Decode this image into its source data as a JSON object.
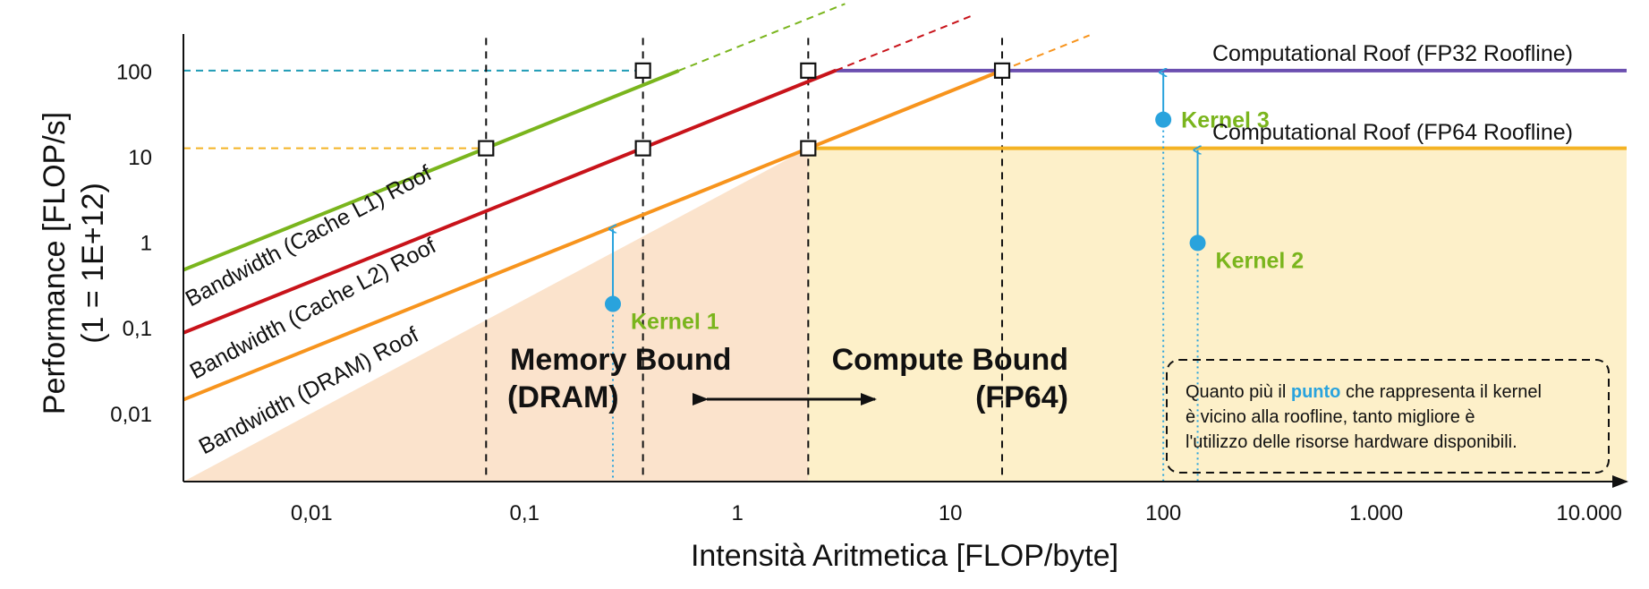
{
  "colors": {
    "fp32": "#6b4fb0",
    "fp64": "#f4b324",
    "l1": "#7ab51d",
    "l2": "#c8131a",
    "dram": "#f7941d",
    "kernel": "#29a3dd",
    "kernel_label": "#7ab51d",
    "dram_region": "#fbe3cc",
    "compute_region": "#fdf0c9",
    "guide_teal": "#1f9bb5",
    "highlight": "#29a3dd"
  },
  "chart_data": {
    "type": "line",
    "xlabel": "Intensità Aritmetica [FLOP/byte]",
    "ylabel": "Performance [FLOP/s]",
    "ylabel2": "(1 = 1E+12)",
    "x_scale": "log",
    "y_scale": "log",
    "xlim": [
      0.0025,
      15000
    ],
    "ylim": [
      0.0016,
      270
    ],
    "x_ticks": [
      0.01,
      0.1,
      1,
      10,
      100,
      1000,
      10000
    ],
    "x_tick_labels": [
      "0,01",
      "0,1",
      "1",
      "10",
      "100",
      "1.000",
      "10.000"
    ],
    "y_ticks": [
      0.01,
      0.1,
      1,
      10,
      100
    ],
    "y_tick_labels": [
      "0,01",
      "0,1",
      "1",
      "10",
      "100"
    ],
    "grid": false,
    "roofs": [
      {
        "key": "fp32",
        "name": "Computational Roof (FP32 Roofline)",
        "type": "compute",
        "value": 101
      },
      {
        "key": "fp64",
        "name": "Computational Roof (FP64 Roofline)",
        "type": "compute",
        "value": 12.5
      }
    ],
    "bandwidths": [
      {
        "key": "l1",
        "name": "Bandwidth (Cache L1) Roof",
        "slope": 190,
        "x_start": 0.0025,
        "x_fp64": 0.066,
        "x_fp32": 0.53,
        "x_dash_end": 3.2
      },
      {
        "key": "l2",
        "name": "Bandwidth (Cache L2) Roof",
        "slope": 35,
        "x_start": 0.0025,
        "x_fp64": 0.36,
        "x_fp32": 2.9,
        "x_dash_end": 13
      },
      {
        "key": "dram",
        "name": "Bandwidth (DRAM) Roof",
        "slope": 5.8,
        "x_start": 0.0025,
        "x_fp64": 2.15,
        "x_fp32": 17.5,
        "x_dash_end": 45
      }
    ],
    "intersections": [
      {
        "x": 0.066,
        "y": 12.5
      },
      {
        "x": 0.36,
        "y": 12.5
      },
      {
        "x": 2.15,
        "y": 12.5
      },
      {
        "x": 0.36,
        "y": 101
      },
      {
        "x": 2.15,
        "y": 101
      },
      {
        "x": 17.5,
        "y": 101
      }
    ],
    "vertical_guides": [
      0.066,
      0.36,
      2.15,
      17.5
    ],
    "kernels": [
      {
        "name": "Kernel 1",
        "x": 0.26,
        "y": 0.19,
        "arrow_to": 1.5,
        "label_pos": "below-right"
      },
      {
        "name": "Kernel 2",
        "x": 145,
        "y": 0.98,
        "arrow_to": 12.5,
        "label_pos": "below-right"
      },
      {
        "name": "Kernel 3",
        "x": 100,
        "y": 27,
        "arrow_to": 101,
        "label_pos": "right"
      }
    ],
    "regions": [
      {
        "name": "Memory Bound",
        "name2": "(DRAM)"
      },
      {
        "name": "Compute Bound",
        "name2": "(FP64)"
      }
    ],
    "note": {
      "line1_pre": "Quanto più il ",
      "line1_highlight": "punto",
      "line1_post": " che rappresenta il kernel",
      "line2": "è vicino alla roofline, tanto migliore è",
      "line3": "l'utilizzo delle risorse hardware disponibili."
    }
  }
}
